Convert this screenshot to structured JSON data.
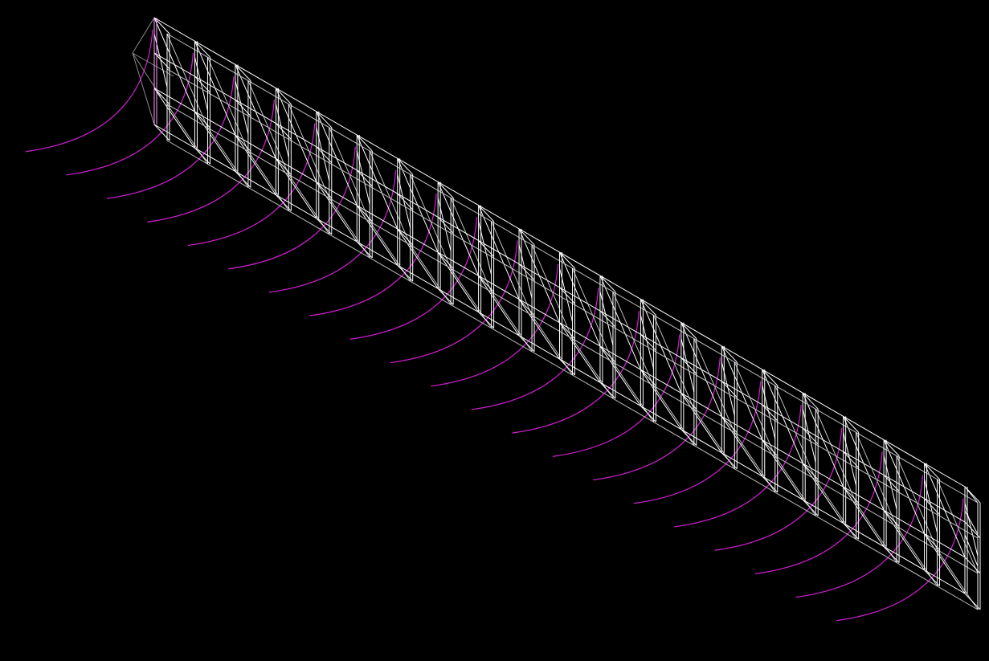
{
  "viewport": {
    "background": "#000000"
  },
  "colors": {
    "frame": "#ffffff",
    "frame_dim": "#bdbdbd",
    "end_brace": "#8a8a8a",
    "cable": "#d21fd2",
    "first_post_highlight": "#ff9bff"
  },
  "structure": {
    "bays": 20,
    "posts": 21,
    "cables": 21,
    "description_visible": false
  }
}
